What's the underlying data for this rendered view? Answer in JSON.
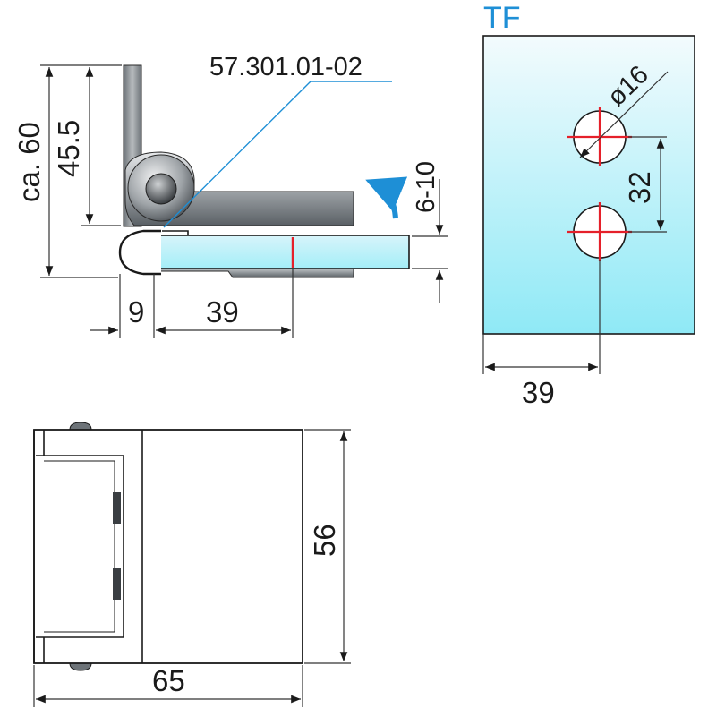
{
  "part_number": "57.301.01-02",
  "panel_label": "TF",
  "side_view": {
    "height_total": "ca. 60",
    "height_pivot": "45.5",
    "glass_thickness": "6-10",
    "offset_left": "9",
    "width_clamp": "39"
  },
  "front_panel": {
    "hole_diameter": "ø16",
    "hole_spacing": "32",
    "edge_distance": "39"
  },
  "plan_view": {
    "width": "65",
    "height": "56"
  },
  "colors": {
    "accent_blue": "#1e8fd6",
    "center_mark_red": "#e5202a",
    "glass_top": "#e9f7fb",
    "glass_bottom": "#8fe9f6",
    "metal_dark": "#5e6469",
    "metal_mid": "#9ea3a7",
    "metal_light": "#dfe2e4"
  }
}
